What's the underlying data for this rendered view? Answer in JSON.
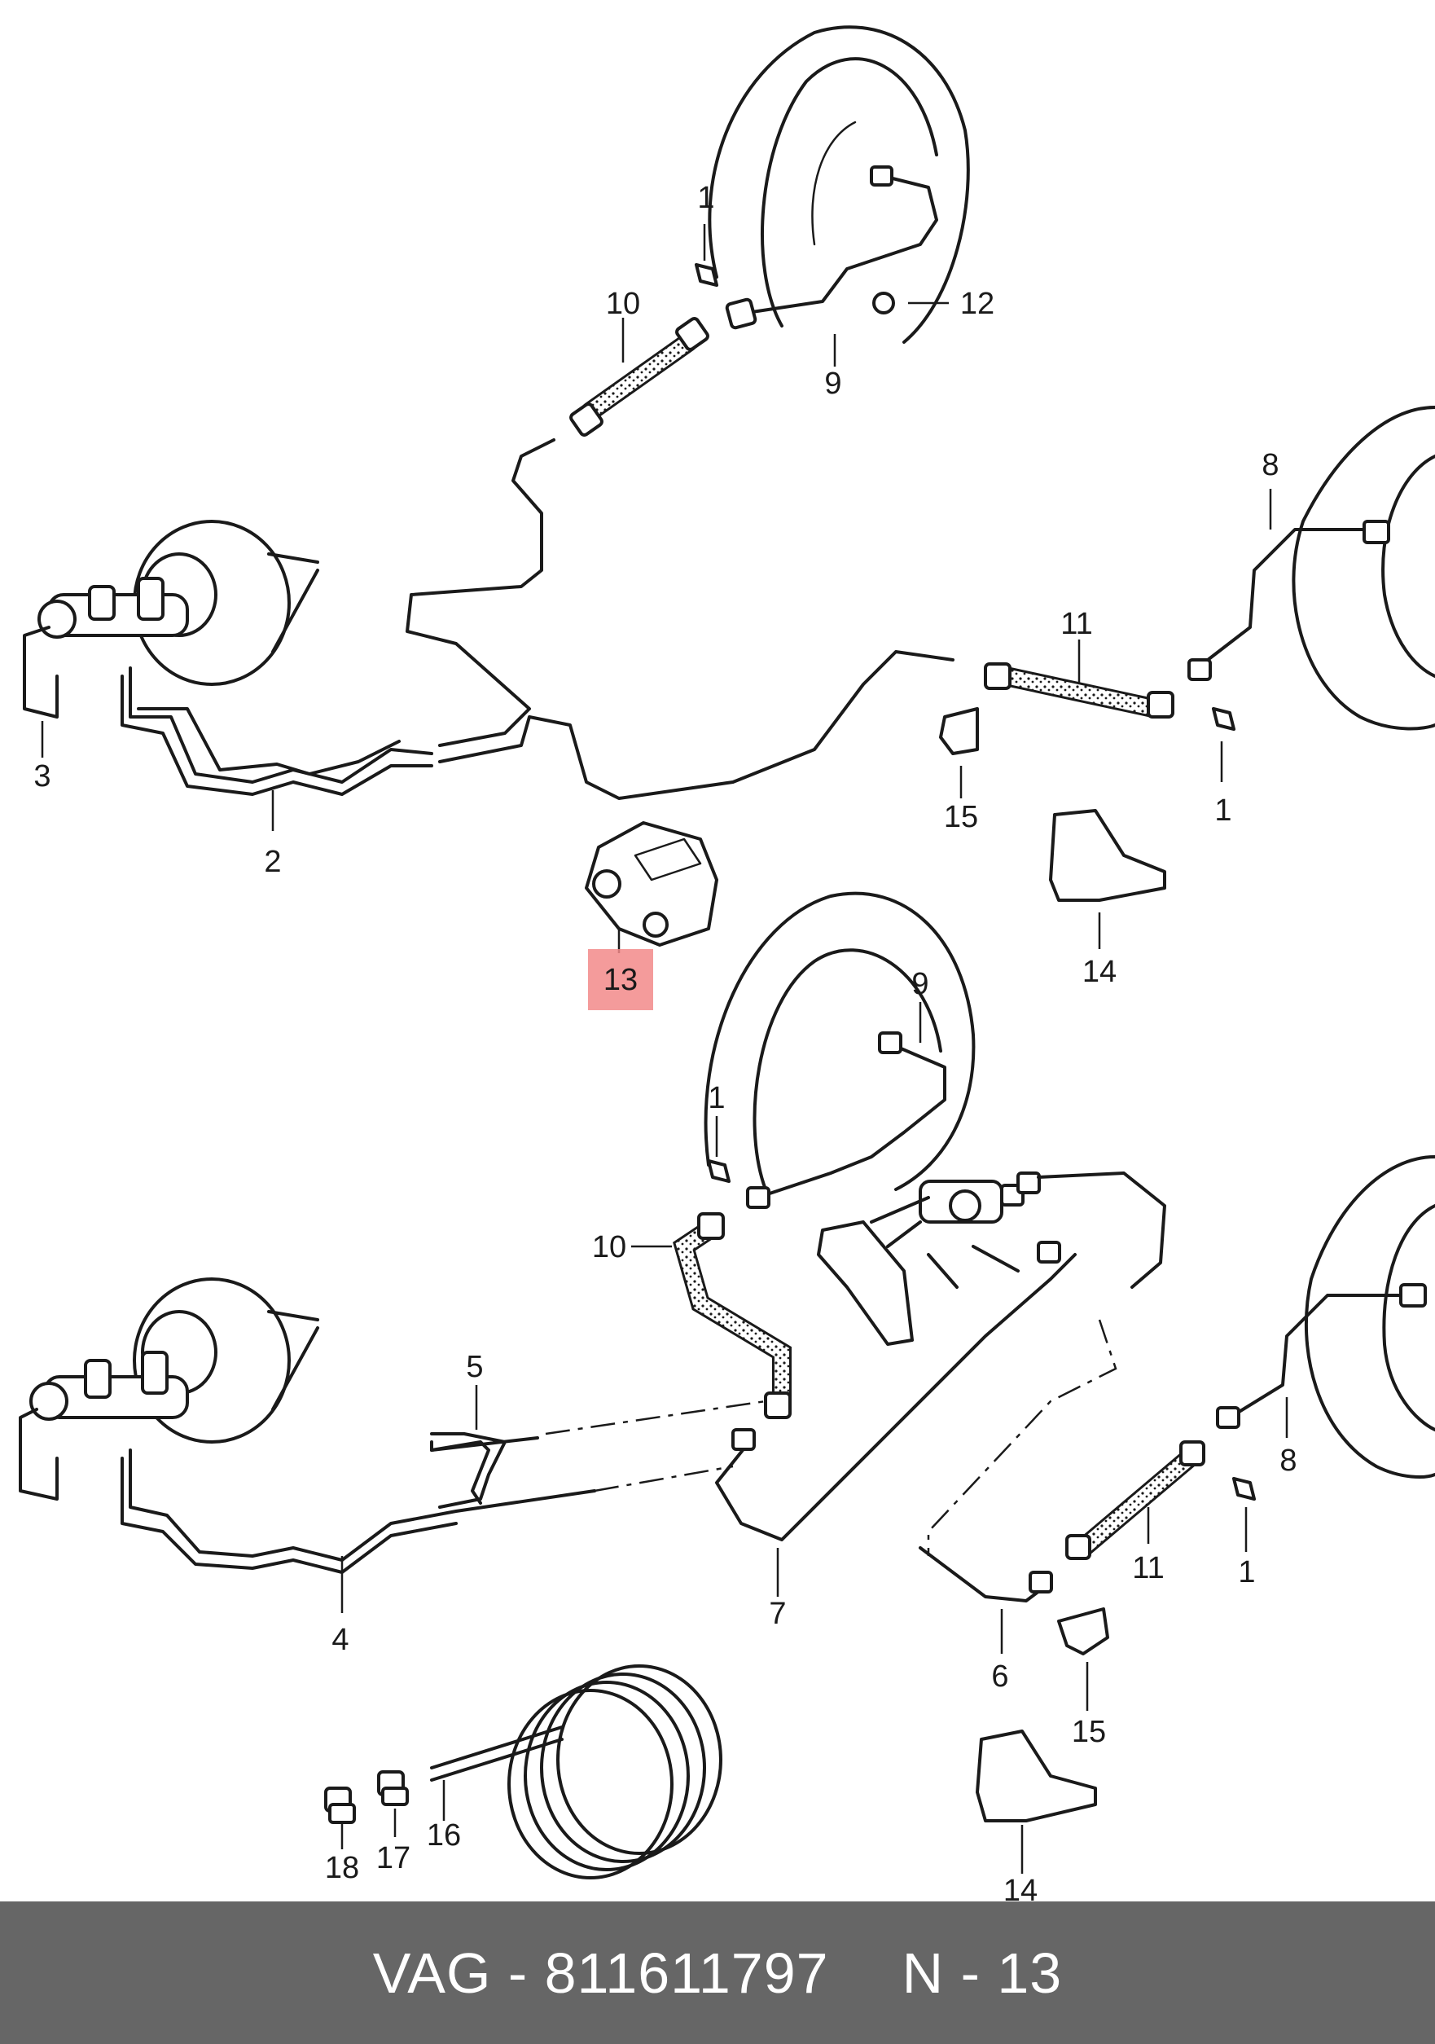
{
  "footer": {
    "part_number": "VAG - 811611797",
    "position": "N - 13"
  },
  "highlight_color": "#f28a8a",
  "callouts": [
    {
      "id": "c1a",
      "text": "1"
    },
    {
      "id": "c10a",
      "text": "10"
    },
    {
      "id": "c12",
      "text": "12"
    },
    {
      "id": "c9a",
      "text": "9"
    },
    {
      "id": "c8a",
      "text": "8"
    },
    {
      "id": "c3",
      "text": "3"
    },
    {
      "id": "c11a",
      "text": "11"
    },
    {
      "id": "c15a",
      "text": "15"
    },
    {
      "id": "c1b",
      "text": "1"
    },
    {
      "id": "c2",
      "text": "2"
    },
    {
      "id": "c13",
      "text": "13",
      "highlighted": true
    },
    {
      "id": "c14a",
      "text": "14"
    },
    {
      "id": "c9b",
      "text": "9"
    },
    {
      "id": "c1c",
      "text": "1"
    },
    {
      "id": "c10b",
      "text": "10"
    },
    {
      "id": "c5",
      "text": "5"
    },
    {
      "id": "c4",
      "text": "4"
    },
    {
      "id": "c7",
      "text": "7"
    },
    {
      "id": "c8b",
      "text": "8"
    },
    {
      "id": "c11b",
      "text": "11"
    },
    {
      "id": "c1d",
      "text": "1"
    },
    {
      "id": "c6",
      "text": "6"
    },
    {
      "id": "c15b",
      "text": "15"
    },
    {
      "id": "c16",
      "text": "16"
    },
    {
      "id": "c18",
      "text": "18"
    },
    {
      "id": "c17",
      "text": "17"
    },
    {
      "id": "c14b",
      "text": "14"
    }
  ]
}
